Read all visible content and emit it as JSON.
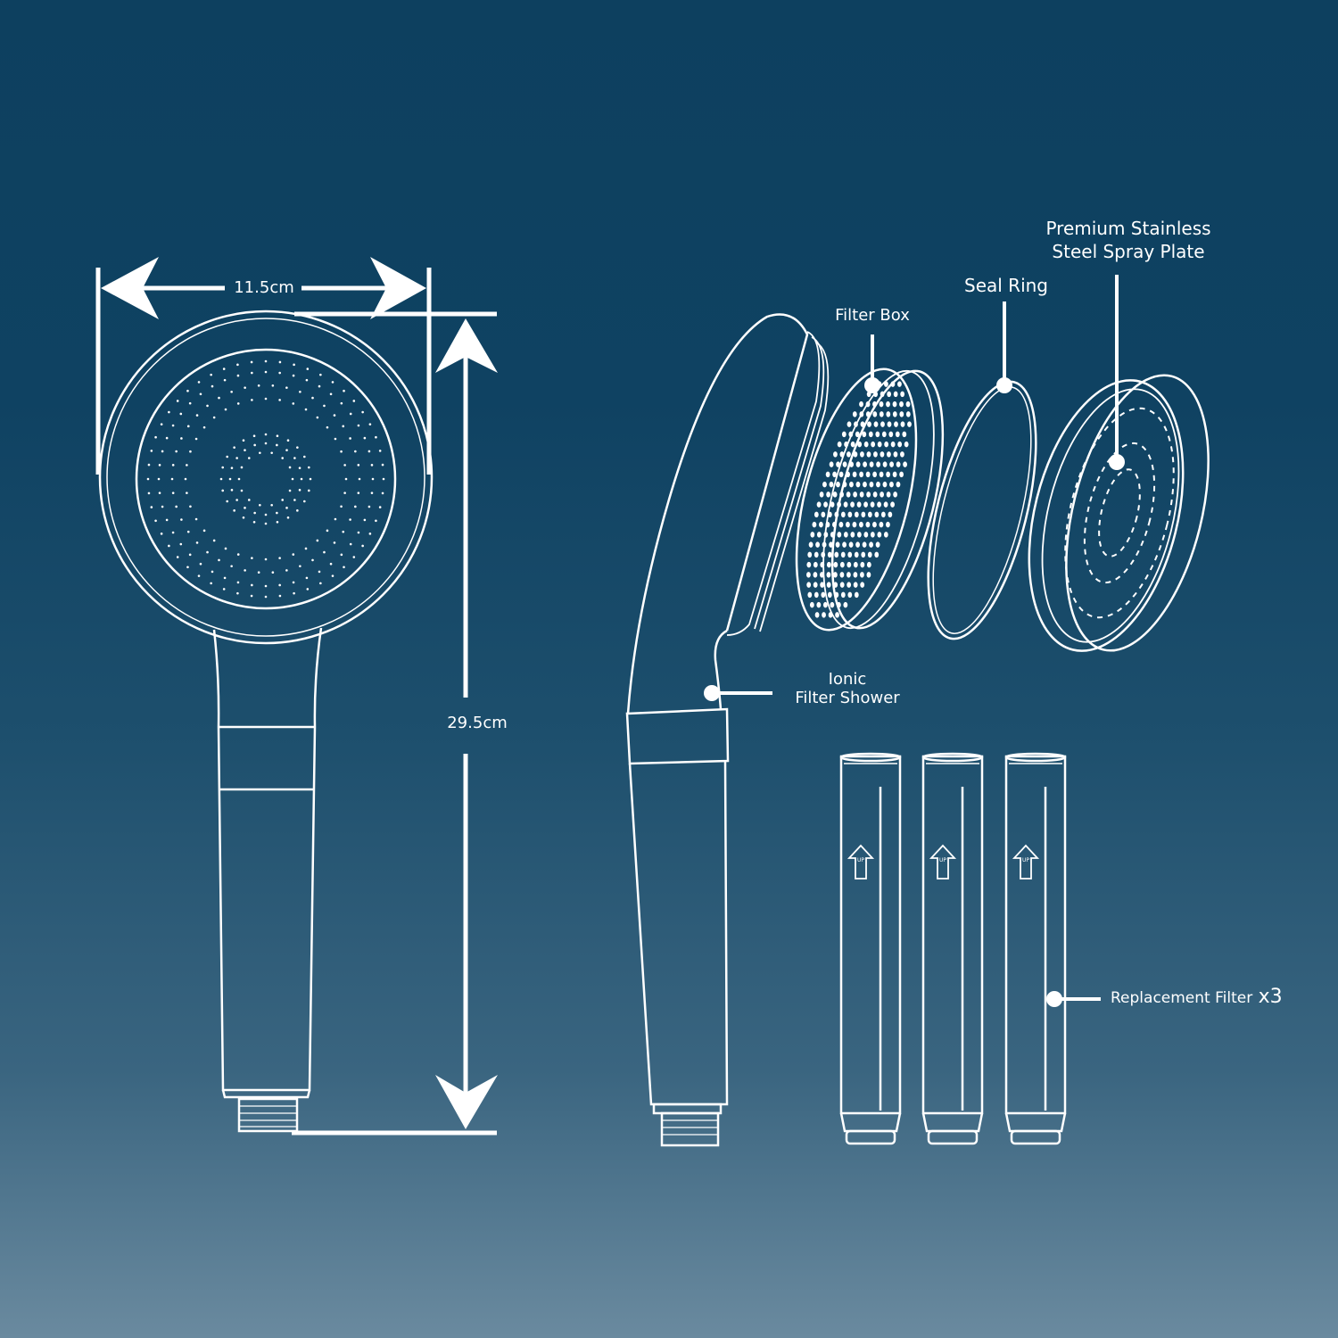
{
  "colors": {
    "background_top": "#0d405f",
    "background_bottom": "#6a8a9f",
    "line": "#ffffff"
  },
  "dimensions": {
    "width": "11.5cm",
    "height": "29.5cm"
  },
  "labels": {
    "spray_plate_line1": "Premium Stainless",
    "spray_plate_line2": "Steel Spray Plate",
    "seal_ring": "Seal Ring",
    "filter_box": "Filter Box",
    "ionic_line1": "Ionic",
    "ionic_line2": "Filter Shower",
    "replacement_filter": "Replacement Filter",
    "replacement_count": "x3",
    "cartridge_arrow": "UP"
  }
}
